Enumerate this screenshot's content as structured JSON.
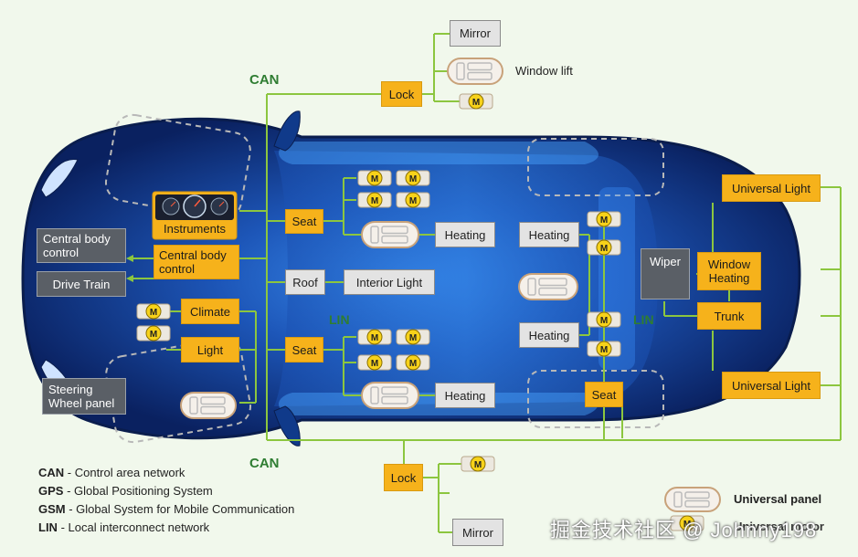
{
  "protocols": {
    "can_top": "CAN",
    "can_bottom": "CAN",
    "lin_left": "LIN",
    "lin_right": "LIN"
  },
  "modules": {
    "mirror_top": "Mirror",
    "window_lift": "Window lift",
    "lock_top": "Lock",
    "instruments": "Instruments",
    "seat_front": "Seat",
    "heating_front": "Heating",
    "central_body_control_ext": "Central body control",
    "central_body_control": "Central body control",
    "drive_train": "Drive Train",
    "roof": "Roof",
    "interior_light": "Interior Light",
    "climate": "Climate",
    "light": "Light",
    "seat_rear": "Seat",
    "heating_rear": "Heating",
    "steering_wheel_panel": "Steering Wheel panel",
    "heating_right_top": "Heating",
    "heating_right_bottom": "Heating",
    "seat_right": "Seat",
    "universal_light_top": "Universal Light",
    "universal_light_bottom": "Universal Light",
    "window_heating": "Window Heating",
    "wiper": "Wiper",
    "trunk": "Trunk",
    "lock_bottom": "Lock",
    "mirror_bottom": "Mirror"
  },
  "motor_symbol": "M",
  "legend": [
    {
      "abbr": "CAN",
      "text": " - Control area network"
    },
    {
      "abbr": "GPS",
      "text": " - Global Positioning System"
    },
    {
      "abbr": "GSM",
      "text": " - Global System for Mobile Communication"
    },
    {
      "abbr": "LIN",
      "text": " - Local interconnect network"
    }
  ],
  "key": {
    "universal_panel": "Universal panel",
    "motor": "Universal motor"
  },
  "watermark": "掘金技术社区 @ Johnny198",
  "colors": {
    "bus_line": "#8cc63f",
    "module_orange": "#f6b21b",
    "car_body": "#0d2a6b",
    "background": "#f1f8ec"
  }
}
